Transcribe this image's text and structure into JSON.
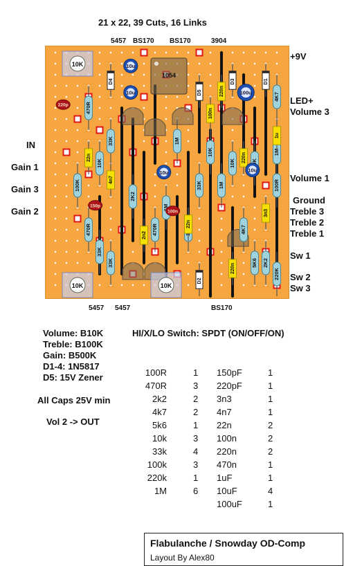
{
  "title": "21 x 22, 39 Cuts, 16 Links",
  "top_labels": [
    "5457",
    "BS170",
    "BS170",
    "3904"
  ],
  "bottom_labels": [
    "5457",
    "5457",
    "BS170"
  ],
  "left_labels": [
    "IN",
    "Gain 1",
    "Gain 3",
    "Gain 2"
  ],
  "right_labels": [
    "+9V",
    "LED+",
    "Volume 3",
    "Volume 1",
    "Ground",
    "Treble 3",
    "Treble 2",
    "Treble 1",
    "Sw 1",
    "Sw 2",
    "Sw 3"
  ],
  "pots": [
    "10K",
    "10K",
    "10K"
  ],
  "ic": "1054",
  "parts": {
    "resistors": [
      "470R",
      "33K",
      "10K",
      "100K",
      "2K2",
      "1M",
      "1M",
      "33K",
      "10K",
      "1M",
      "100K",
      "470R",
      "33K",
      "470R",
      "33K",
      "10K",
      "10K",
      "1M",
      "100R",
      "4K7",
      "5K6",
      "2K2",
      "220K",
      "4K7"
    ],
    "film_caps": [
      "22n",
      "4n7",
      "2n2",
      "220n",
      "220n",
      "100n",
      "22n",
      "220n",
      "3n3",
      "1u"
    ],
    "electrolytic_caps": [
      "10u",
      "10u",
      "10u",
      "10u",
      "100u"
    ],
    "ceramic_caps": [
      "220p",
      "150p",
      "100n"
    ],
    "diodes": [
      "D4",
      "D5",
      "D3",
      "D1",
      "D2"
    ]
  },
  "specs": [
    "Volume: B10K",
    "Treble: B100K",
    "Gain: B500K",
    "D1-4: 1N5817",
    "D5: 15V Zener",
    "All Caps 25V min",
    "Vol 2 -> OUT"
  ],
  "switch": "HI/X/LO Switch: SPDT (ON/OFF/ON)",
  "bom_left": [
    {
      "v": "100R",
      "q": "1"
    },
    {
      "v": "470R",
      "q": "3"
    },
    {
      "v": "2k2",
      "q": "2"
    },
    {
      "v": "4k7",
      "q": "2"
    },
    {
      "v": "5k6",
      "q": "1"
    },
    {
      "v": "10k",
      "q": "3"
    },
    {
      "v": "33k",
      "q": "4"
    },
    {
      "v": "100k",
      "q": "3"
    },
    {
      "v": "220k",
      "q": "1"
    },
    {
      "v": "1M",
      "q": "6"
    }
  ],
  "bom_right": [
    {
      "v": "150pF",
      "q": "1"
    },
    {
      "v": "220pF",
      "q": "1"
    },
    {
      "v": "3n3",
      "q": "1"
    },
    {
      "v": "4n7",
      "q": "1"
    },
    {
      "v": "22n",
      "q": "2"
    },
    {
      "v": "100n",
      "q": "2"
    },
    {
      "v": "220n",
      "q": "2"
    },
    {
      "v": "470n",
      "q": "1"
    },
    {
      "v": "1uF",
      "q": "1"
    },
    {
      "v": "10uF",
      "q": "4"
    },
    {
      "v": "100uF",
      "q": "1"
    }
  ],
  "credit": {
    "title": "Flabulanche / Snowday OD-Comp",
    "author": "Layout By Alex80"
  },
  "colors": {
    "board": "#f5a640",
    "strip_hole": "#ffffff",
    "cut": "#e01818",
    "link": "#111111",
    "resistor": "#9fd2dc",
    "film_cap": "#f6e000",
    "electrolytic": "#1e4fb0",
    "transistor": "#7a6a55"
  }
}
